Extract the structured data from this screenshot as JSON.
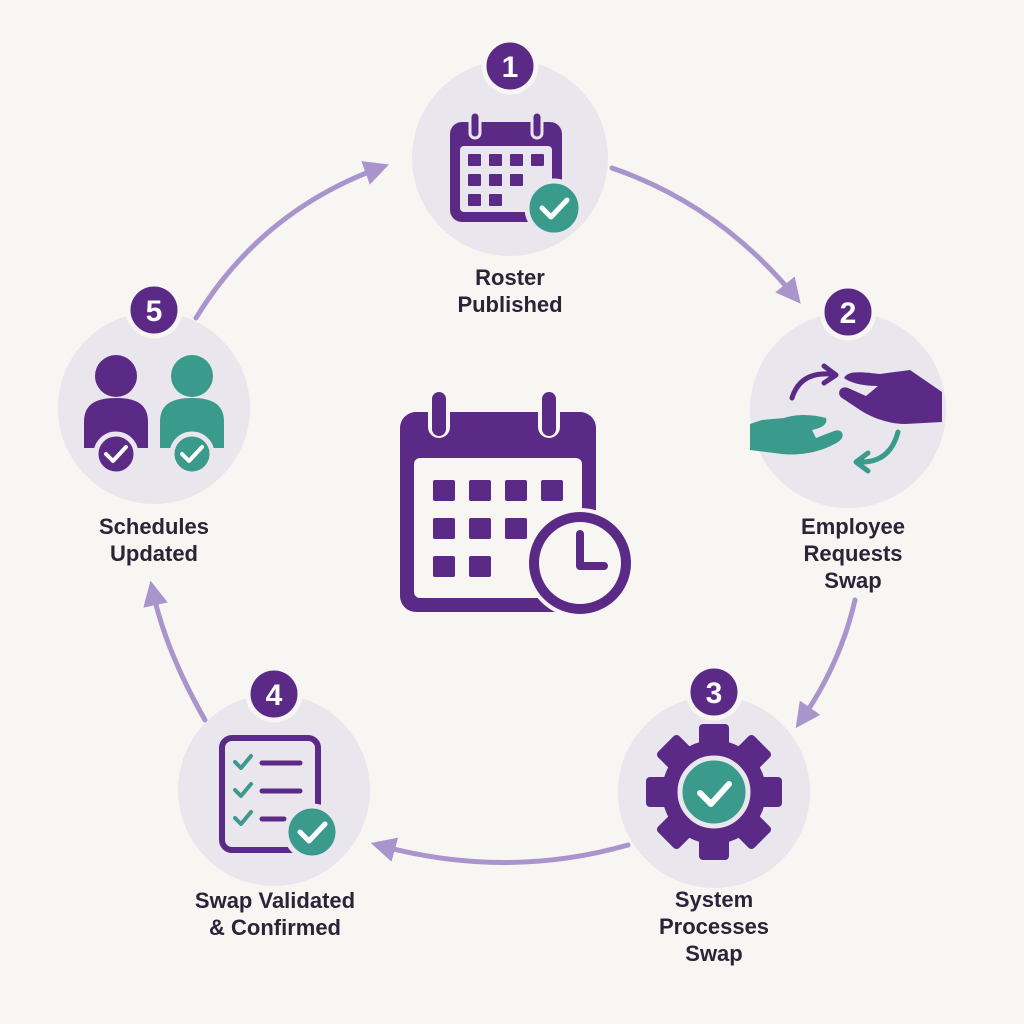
{
  "colors": {
    "primary": "#5b2a86",
    "accent": "#3a9a8c",
    "circle_bg": "#e9e6ee",
    "arrow": "#a994cc",
    "text": "#2b2438",
    "background": "#f8f6f3"
  },
  "center": {
    "icon": "calendar-clock-icon"
  },
  "steps": [
    {
      "number": "1",
      "label": "Roster\nPublished",
      "icon": "calendar-check-icon"
    },
    {
      "number": "2",
      "label": "Employee\nRequests\nSwap",
      "icon": "hands-exchange-icon"
    },
    {
      "number": "3",
      "label": "System\nProcesses\nSwap",
      "icon": "gear-check-icon"
    },
    {
      "number": "4",
      "label": "Swap Validated\n& Confirmed",
      "icon": "checklist-check-icon"
    },
    {
      "number": "5",
      "label": "Schedules\nUpdated",
      "icon": "people-check-icon"
    }
  ]
}
